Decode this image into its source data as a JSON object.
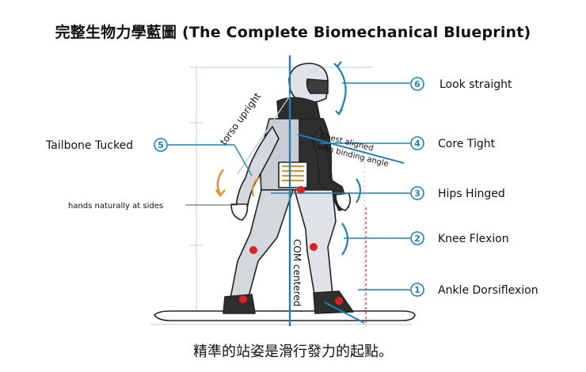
{
  "title": "完整生物力學藍圖 (The Complete Biomechanical Blueprint)",
  "caption": "精準的站姿是滑行發力的起點。",
  "colors": {
    "accent": "#1b82b8",
    "joint": "#e02020",
    "com": "#e02020",
    "orange": "#f08a24"
  },
  "annotations": {
    "look_straight": {
      "num": "6",
      "label": "Look straight"
    },
    "core_tight": {
      "num": "4",
      "label": "Core Tight"
    },
    "hips_hinged": {
      "num": "3",
      "label": "Hips Hinged"
    },
    "knee_flexion": {
      "num": "2",
      "label": "Knee Flexion"
    },
    "ankle_dorsiflexion": {
      "num": "1",
      "label": "Ankle Dorsiflexion"
    },
    "tailbone_tucked": {
      "num": "5",
      "label": "Tailbone Tucked"
    }
  },
  "side_notes": {
    "hands": "hands naturally at sides",
    "torso": "torso upright",
    "chest_line1": "Chest aligned",
    "chest_line2": "with binding angle",
    "com": "COM centered"
  }
}
